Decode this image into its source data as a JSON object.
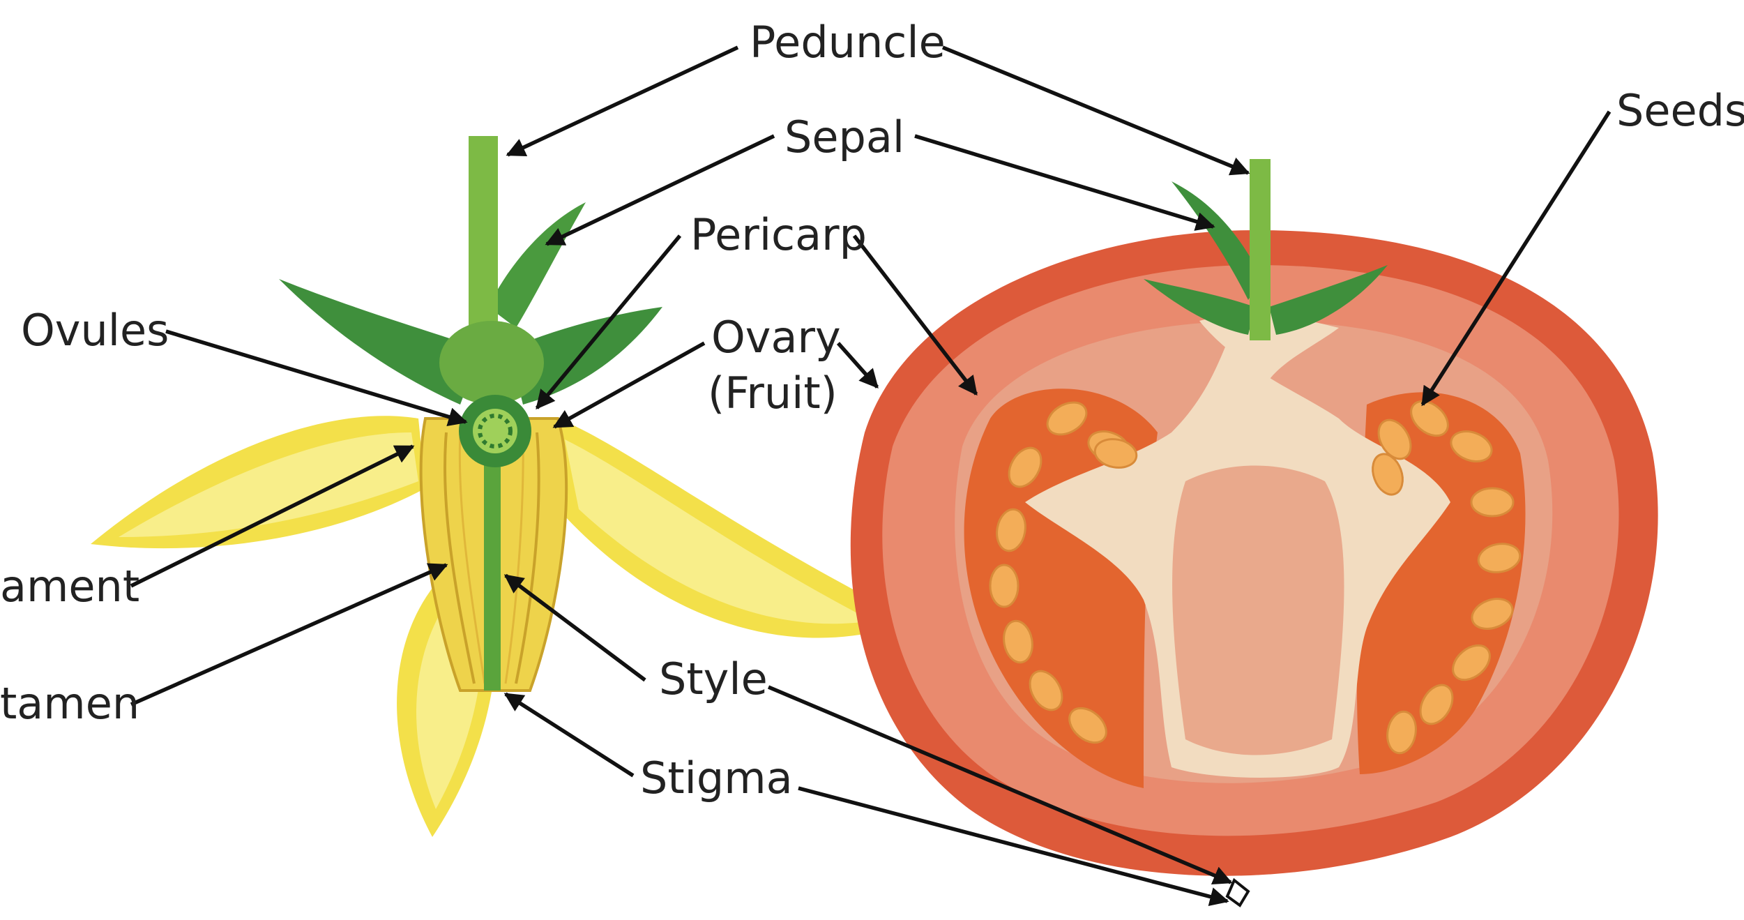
{
  "labels": {
    "peduncle": "Peduncle",
    "sepal": "Sepal",
    "pericarp": "Pericarp",
    "ovules": "Ovules",
    "ovary_line1": "Ovary",
    "ovary_line2": "(Fruit)",
    "filament": "ament",
    "stamen": "tamen",
    "style": "Style",
    "stigma": "Stigma",
    "seeds": "Seeds"
  },
  "colors": {
    "petal": "#f3e04a",
    "petal_light": "#f8ee8a",
    "stem": "#7dba45",
    "sepal_dark": "#3f8f3c",
    "tomato_skin": "#dd5a3a",
    "tomato_flesh": "#e98a6e",
    "tomato_inner": "#e8a186",
    "locule": "#e3652f",
    "seed": "#f3ad58",
    "placenta": "#f2dcc0"
  }
}
